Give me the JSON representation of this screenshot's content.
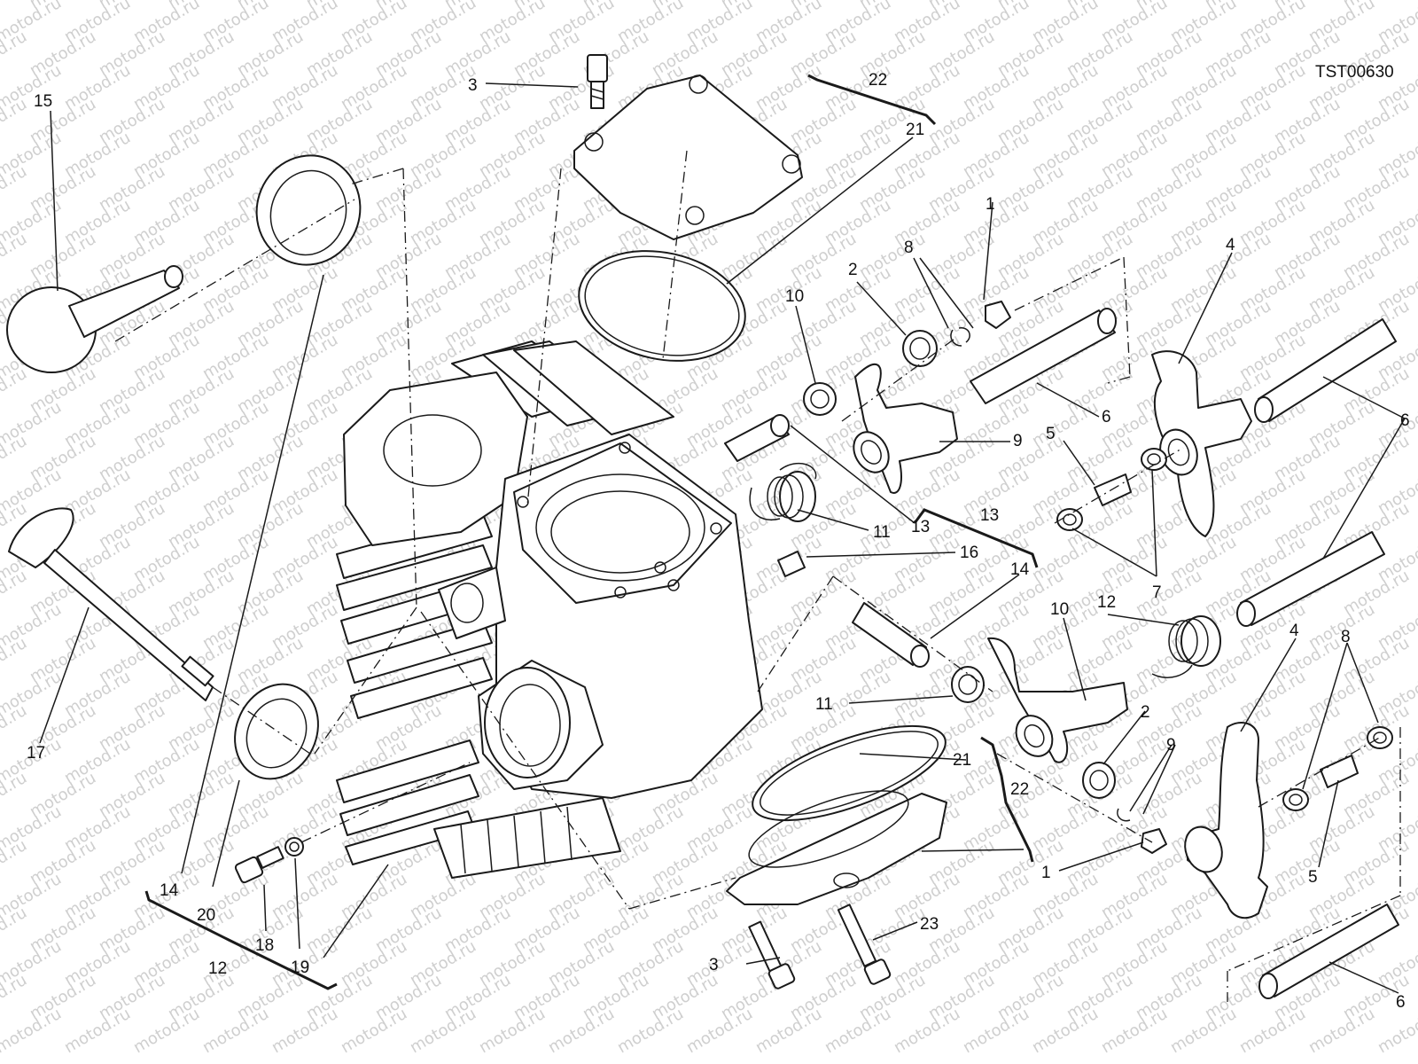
{
  "drawing_code": "TST00630",
  "watermark": "motod.ru",
  "callouts": [
    {
      "id": "c1a",
      "text": "1"
    },
    {
      "id": "c1b",
      "text": "1"
    },
    {
      "id": "c2a",
      "text": "2"
    },
    {
      "id": "c2b",
      "text": "2"
    },
    {
      "id": "c3a",
      "text": "3"
    },
    {
      "id": "c3b",
      "text": "3"
    },
    {
      "id": "c4a",
      "text": "4"
    },
    {
      "id": "c4b",
      "text": "4"
    },
    {
      "id": "c5a",
      "text": "5"
    },
    {
      "id": "c5b",
      "text": "5"
    },
    {
      "id": "c6a",
      "text": "6"
    },
    {
      "id": "c6b",
      "text": "6"
    },
    {
      "id": "c6c",
      "text": "6"
    },
    {
      "id": "c7a",
      "text": "7"
    },
    {
      "id": "c7b",
      "text": "7"
    },
    {
      "id": "c8a",
      "text": "8"
    },
    {
      "id": "c8b",
      "text": "8"
    },
    {
      "id": "c9a",
      "text": "9"
    },
    {
      "id": "c9b",
      "text": "9"
    },
    {
      "id": "c10a",
      "text": "10"
    },
    {
      "id": "c10b",
      "text": "10"
    },
    {
      "id": "c11a",
      "text": "11"
    },
    {
      "id": "c11b",
      "text": "11"
    },
    {
      "id": "c12a",
      "text": "12"
    },
    {
      "id": "c12b",
      "text": "12"
    },
    {
      "id": "c13a",
      "text": "13"
    },
    {
      "id": "c13b",
      "text": "13"
    },
    {
      "id": "c14",
      "text": "14"
    },
    {
      "id": "c15",
      "text": "15"
    },
    {
      "id": "c16",
      "text": "16"
    },
    {
      "id": "c17",
      "text": "17"
    },
    {
      "id": "c18",
      "text": "18"
    },
    {
      "id": "c19",
      "text": "19"
    },
    {
      "id": "c20",
      "text": "20"
    },
    {
      "id": "c21a",
      "text": "21"
    },
    {
      "id": "c21b",
      "text": "21"
    },
    {
      "id": "c22a",
      "text": "22"
    },
    {
      "id": "c22b",
      "text": "22"
    },
    {
      "id": "c23",
      "text": "23"
    }
  ]
}
